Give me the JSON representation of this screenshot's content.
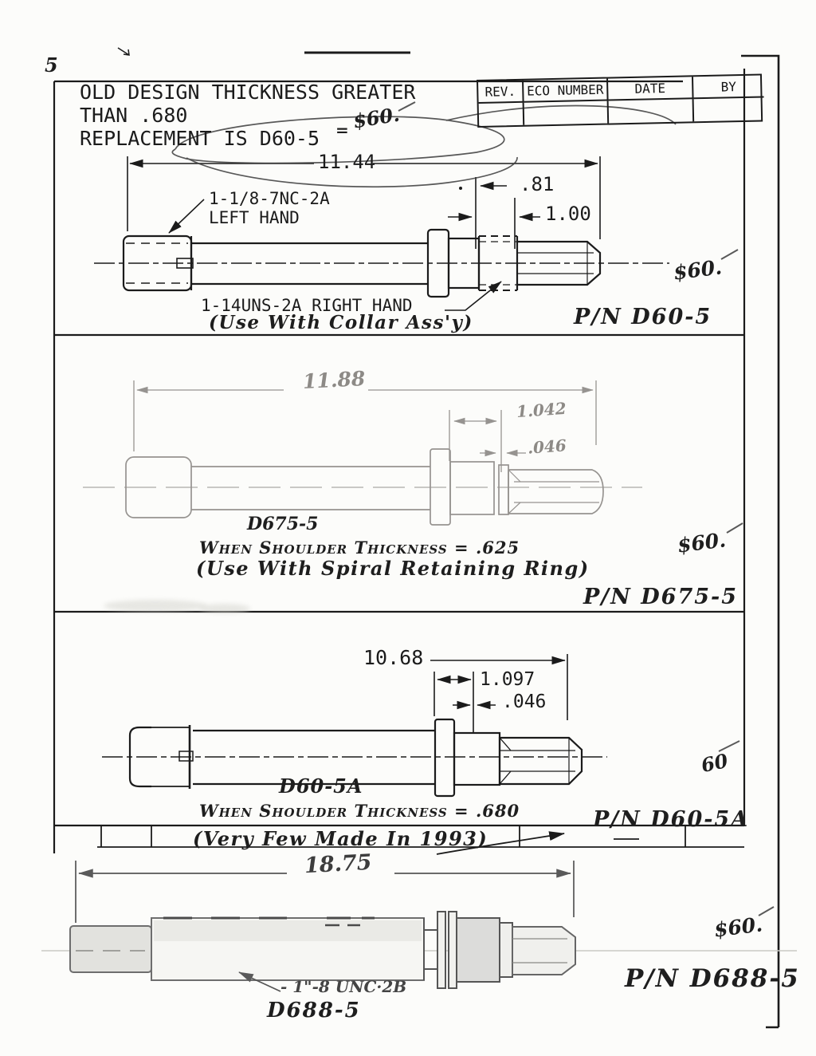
{
  "sheet": {
    "corner_mark": "5",
    "note_line1": "OLD DESIGN THICKNESS GREATER",
    "note_line2": "THAN .680",
    "note_line3": "REPLACEMENT IS D60-5",
    "note_equals": "=",
    "note_price": "$60."
  },
  "rev_table": {
    "headers": [
      "REV.",
      "ECO NUMBER",
      "DATE",
      "BY"
    ]
  },
  "d1": {
    "dim_overall": "11.44",
    "dim_a": ".81",
    "dim_b": "1.00",
    "thread_left_line1": "1-1/8-7NC-2A",
    "thread_left_line2": "LEFT HAND",
    "thread_right": "1-14UNS-2A RIGHT HAND",
    "usage_note": "(Use With Collar Ass'y)",
    "part_number": "P/N D60-5",
    "price": "$60."
  },
  "d2": {
    "dim_overall": "11.88",
    "dim_a": "1.042",
    "dim_b": ".046",
    "caption": "D675-5",
    "condition": "When Shoulder Thickness = .625",
    "usage_note": "(Use With Spiral Retaining Ring)",
    "part_number": "P/N D675-5",
    "price": "$60."
  },
  "d3": {
    "dim_overall": "10.68",
    "dim_a": "1.097",
    "dim_b": ".046",
    "caption": "D60-5A",
    "condition": "When Shoulder Thickness = .680",
    "usage_note": "(Very Few Made In 1993)",
    "part_number": "P/N D60-5A",
    "price": "60"
  },
  "d4": {
    "dim_overall": "18.75",
    "thread_label": "- 1\"-8 UNC·2B",
    "caption": "D688-5",
    "part_number": "P/N D688-5",
    "price": "$60."
  }
}
